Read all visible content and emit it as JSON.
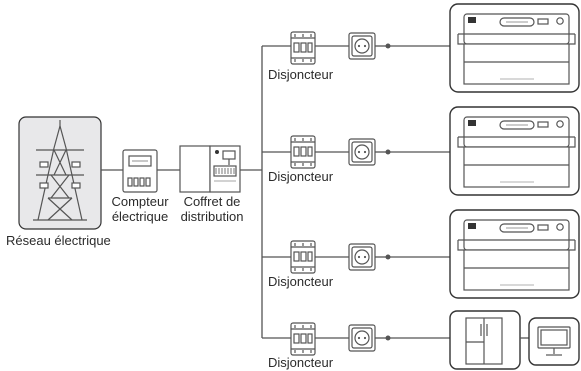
{
  "labels": {
    "grid": "Réseau électrique",
    "meter_line1": "Compteur",
    "meter_line2": "électrique",
    "panel_line1": "Coffret de",
    "panel_line2": "distribution",
    "breakers": [
      "Disjoncteur",
      "Disjoncteur",
      "Disjoncteur",
      "Disjoncteur"
    ]
  },
  "icons": [
    "transmission-tower-icon",
    "electric-meter-icon",
    "distribution-panel-icon",
    "circuit-breaker-icon",
    "wall-socket-icon",
    "power-station-icon",
    "refrigerator-icon",
    "monitor-icon"
  ],
  "colors": {
    "line": "#555555",
    "text": "#2b2b2b",
    "box_border": "#333333",
    "box_fill": "#e8e8ea"
  }
}
